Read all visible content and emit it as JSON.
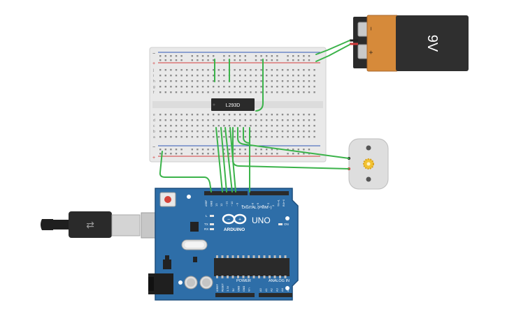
{
  "battery": {
    "label": "9V",
    "minus": "−",
    "plus": "+",
    "colors": {
      "body": "#2f2f2f",
      "cap": "#d68a3a",
      "terminal": "#bdbdbd"
    }
  },
  "breadboard": {
    "row_letters_top": [
      "j",
      "i",
      "h",
      "g",
      "f"
    ],
    "row_letters_bottom": [
      "e",
      "d",
      "c",
      "b",
      "a"
    ],
    "rail_minus": "−",
    "rail_plus": "+",
    "columns": 30,
    "colors": {
      "board": "#eaeaea",
      "hole": "#8a8a8a",
      "rail_red": "#d23a3a",
      "rail_blue": "#2f57b8"
    }
  },
  "chip": {
    "label": "L293D"
  },
  "motor": {
    "colors": {
      "body": "#dcdcdc",
      "hub": "#f2c232"
    }
  },
  "arduino": {
    "brand": "ARDUINO",
    "model": "UNO",
    "digital_label": "DIGITAL (PWM~)",
    "power_label": "POWER",
    "analog_label": "ANALOG IN",
    "on_label": "ON",
    "tx_label": "TX",
    "rx_label": "RX",
    "l_label": "L",
    "top_pin_labels": [
      "AREF",
      "GND",
      "13",
      "12",
      "~11",
      "~10",
      "~9",
      "8",
      "7",
      "~6",
      "~5",
      "4",
      "~3",
      "2",
      "TX→1",
      "RX←0"
    ],
    "power_pin_labels": [
      "IOREF",
      "RESET",
      "3.3V",
      "5V",
      "GND",
      "GND",
      "Vin"
    ],
    "analog_pin_labels": [
      "A0",
      "A1",
      "A2",
      "A3",
      "A4",
      "A5"
    ],
    "colors": {
      "board": "#2e6ea8",
      "border": "#1d4f7d",
      "header": "#2a2a2a"
    }
  },
  "wires": {
    "color": "#3bb34a"
  }
}
